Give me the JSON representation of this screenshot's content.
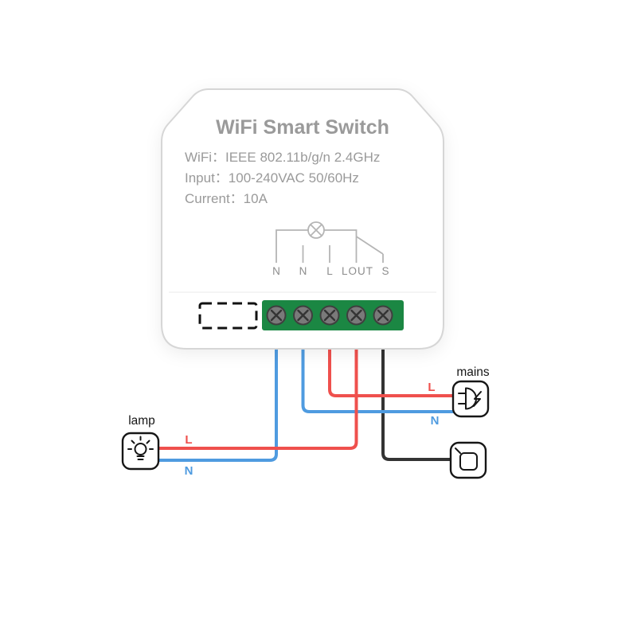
{
  "diagram": {
    "title": "WiFi Smart Switch",
    "specs": [
      "WiFi：IEEE 802.11b/g/n 2.4GHz",
      "Input：100-240VAC 50/60Hz",
      "Current：10A"
    ],
    "terminals": [
      "N",
      "N",
      "L",
      "LOUT",
      "S"
    ],
    "lamp": {
      "label": "lamp",
      "live": "L",
      "neutral": "N"
    },
    "mains": {
      "label": "mains",
      "live": "L",
      "neutral": "N"
    },
    "icons": {
      "load_symbol": "lamp-cross-circle-icon",
      "lamp": "light-bulb-icon",
      "mains": "power-plug-icon",
      "switch": "wall-switch-icon"
    }
  },
  "colors": {
    "live_wire": "#ef504d",
    "neutral_wire": "#4f9be0",
    "switch_wire": "#333333",
    "terminal_block": "#1b8743",
    "device_text": "#9a9a9a",
    "terminal_text": "#8d8d8d",
    "schematic": "#b5b5b5"
  }
}
